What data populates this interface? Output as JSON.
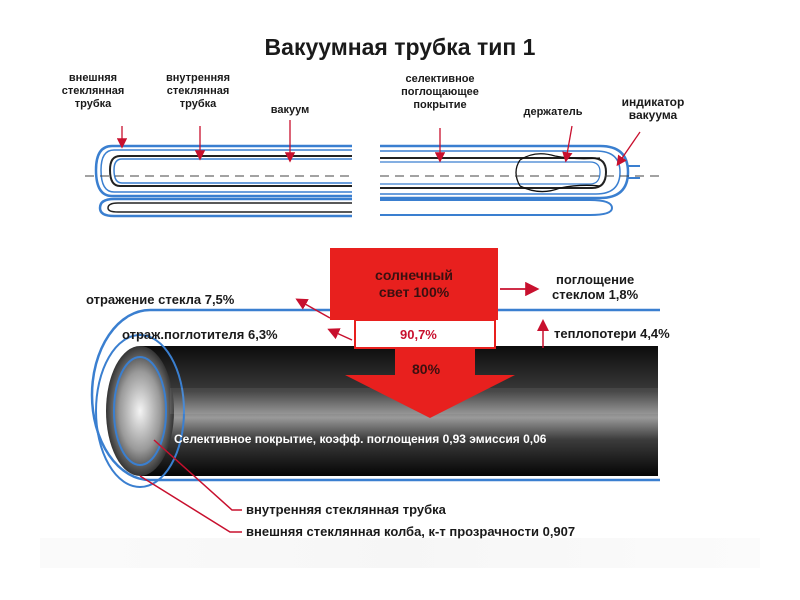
{
  "title": "Вакуумная трубка тип 1",
  "top_labels": {
    "outer_tube": "внешняя\nстеклянная\nтрубка",
    "inner_tube": "внутренняя\nстеклянная\nтрубка",
    "vacuum": "вакуум",
    "selective_coating": "селективное\nпоглощающее\nпокрытие",
    "holder": "держатель",
    "vacuum_indicator": "индикатор\nвакуума"
  },
  "energy": {
    "sunlight": "солнечный\nсвет 100%",
    "glass_reflection": "отражение стекла 7,5%",
    "glass_absorption": "поглощение\nстеклом 1,8%",
    "absorber_reflection": "отраж.поглотителя 6,3%",
    "transmitted": "90,7%",
    "heat_loss": "теплопотери 4,4%",
    "absorbed": "80%"
  },
  "coating_caption": "Селективное покрытие, коэфф. поглощения 0,93 эмиссия 0,06",
  "bottom_labels": {
    "inner_tube": "внутренняя стеклянная трубка",
    "outer_bulb": "внешняя стеклянная колба, к-т прозрачности 0,907"
  },
  "colors": {
    "glass": "#3a7fd0",
    "arrow_red": "#e8201e",
    "label_red": "#c8102e",
    "tube_dark": "#141414"
  }
}
